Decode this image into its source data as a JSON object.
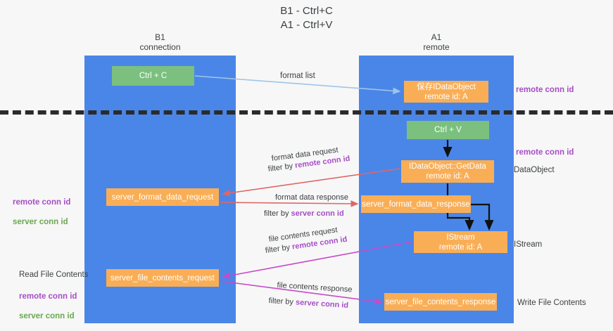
{
  "title": "B1 - Ctrl+C\nA1 - Ctrl+V",
  "columns": {
    "left": {
      "name": "B1",
      "sub": "connection",
      "label": "B1\nconnection"
    },
    "right": {
      "name": "A1",
      "sub": "remote",
      "label": "A1\nremote"
    }
  },
  "nodes": {
    "ctrl_c": "Ctrl + C",
    "save_idataobject": "保存IDataObject\nremote id: A",
    "ctrl_v": "Ctrl + V",
    "getdata": "IDataObject::GetData\nremote id: A",
    "server_format_data_request": "server_format_data_request",
    "server_format_data_response": "server_format_data_response",
    "istream": "IStream\nremote id: A",
    "server_file_contents_request": "server_file_contents_request",
    "server_file_contents_response": "server_file_contents_response"
  },
  "edges": {
    "format_list": "format list",
    "format_data_request": "format data request",
    "format_data_request_filter_prefix": "filter by ",
    "format_data_request_filter_value": "remote conn id",
    "format_data_response": "format data response",
    "format_data_response_filter_prefix": "filter by ",
    "format_data_response_filter_value": "server conn id",
    "file_contents_request": "file contents request",
    "file_contents_request_filter_prefix": "filter by ",
    "file_contents_request_filter_value": "remote conn id",
    "file_contents_response": "file contents response",
    "file_contents_response_filter_prefix": "filter by ",
    "file_contents_response_filter_value": "server conn id"
  },
  "annotations": {
    "remote_conn_id_top": "remote conn id",
    "remote_conn_id_mid": "remote conn id",
    "dataobject": "DataObject",
    "istream": "IStream",
    "write_file_contents": "Write File Contents",
    "read_file_contents": "Read File Contents",
    "left_remote_conn_id": "remote conn id",
    "left_server_conn_id": "server conn id",
    "left_remote_conn_id_2": "remote conn id",
    "left_server_conn_id_2": "server conn id"
  },
  "colors": {
    "lane": "#4a86e8",
    "green_node": "#7bc07e",
    "orange_node": "#f9ae56",
    "purple_text": "#a64ec6",
    "green_text": "#6aa84f",
    "light_blue_arrow": "#9fc5e8",
    "red_arrow": "#e06666",
    "magenta_arrow": "#c74ac7",
    "black_arrow": "#000000",
    "background": "#f7f7f7"
  }
}
